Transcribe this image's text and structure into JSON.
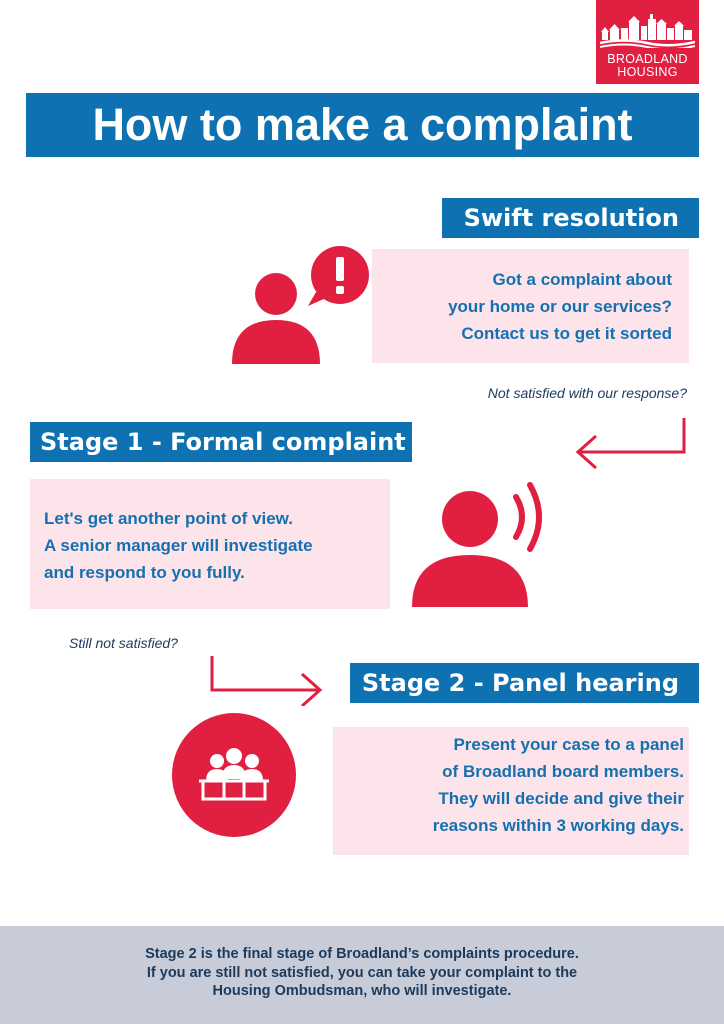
{
  "logo": {
    "line1": "BROADLAND",
    "line2": "HOUSING"
  },
  "title": "How to make a complaint",
  "swift": {
    "label": "Swift resolution",
    "lines": [
      "Got a complaint about",
      "your home or our services?",
      "Contact us to get it sorted"
    ]
  },
  "note1": "Not satisfied with our response?",
  "stage1": {
    "label": "Stage 1 - Formal complaint",
    "lines": [
      "Let's get another point of view.",
      "A senior manager will investigate",
      "and respond to you fully."
    ]
  },
  "note2": "Still not satisfied?",
  "stage2": {
    "label": "Stage 2 - Panel hearing",
    "lines": [
      "Present your case to a panel",
      "of Broadland board members.",
      "They will decide and give their",
      "reasons within 3 working days."
    ]
  },
  "footer": {
    "lines": [
      "Stage 2 is the final stage of Broadland’s complaints procedure.",
      "If you are still not satisfied, you can take your complaint to the",
      "Housing Ombudsman, who will investigate."
    ]
  },
  "colors": {
    "brand_red": "#e12041",
    "brand_blue": "#0e71b2",
    "pink_bg": "#fce4ea",
    "footer_bg": "#c8ccd8",
    "navy_text": "#1b3a5c"
  },
  "icons": [
    "logo-skyline-icon",
    "person-alert-icon",
    "person-speaking-icon",
    "panel-hearing-icon",
    "arrow-left-icon",
    "arrow-right-icon"
  ]
}
